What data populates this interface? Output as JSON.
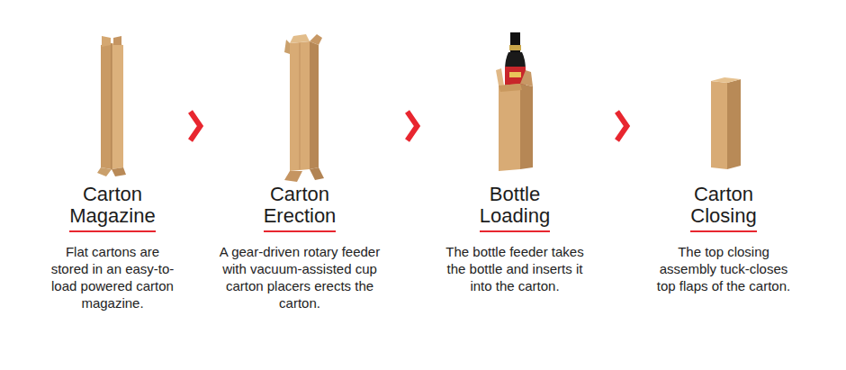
{
  "diagram": {
    "nodes": [
      {
        "text": [
          "Carton Magazine",
          "Flat cartons are stored in an easy-to-load powered carton magazine."
        ]
      },
      {
        "text": [
          "Carton Erection",
          "A gear-driven rotary feeder with vacuum-assisted cup carton placers erects the carton."
        ]
      },
      {
        "text": [
          "Bottle Loading",
          "The bottle feeder takes the bottle and inserts it into the carton."
        ]
      },
      {
        "text": [
          "Carton Closing",
          "The top closing assembly tuck-closes top flaps of the carton."
        ]
      }
    ],
    "edges": [
      {
        "from": 0,
        "to": 1,
        "arrow": "to"
      },
      {
        "from": 1,
        "to": 2,
        "arrow": "to"
      },
      {
        "from": 2,
        "to": 3,
        "arrow": "to"
      }
    ]
  }
}
